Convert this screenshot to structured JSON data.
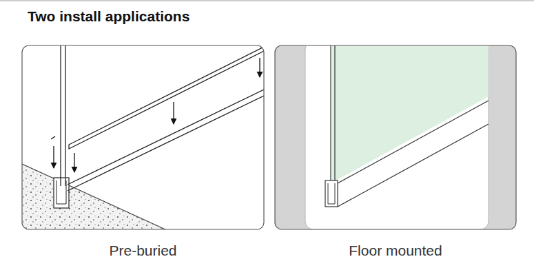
{
  "diagram": {
    "title": "Two install applications",
    "nodes": [
      {
        "text": [
          "Pre-buried"
        ]
      },
      {
        "text": [
          "Floor mounted"
        ]
      }
    ]
  }
}
